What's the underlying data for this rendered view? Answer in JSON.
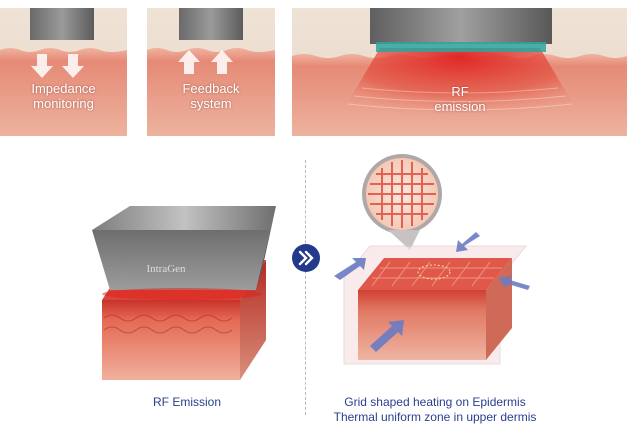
{
  "panels": {
    "impedance": "Impedance\nmonitoring",
    "feedback": "Feedback\nsystem",
    "rf": "RF\nemission"
  },
  "device_brand": "IntraGen",
  "captions": {
    "left": "RF Emission",
    "right_line1": "Grid shaped heating on Epidermis",
    "right_line2": "Thermal uniform zone in upper dermis"
  },
  "colors": {
    "accent": "#233a8c",
    "caption_text": "#2a3f8f",
    "skin": "#e8a08a",
    "heat": "#d8282a"
  }
}
